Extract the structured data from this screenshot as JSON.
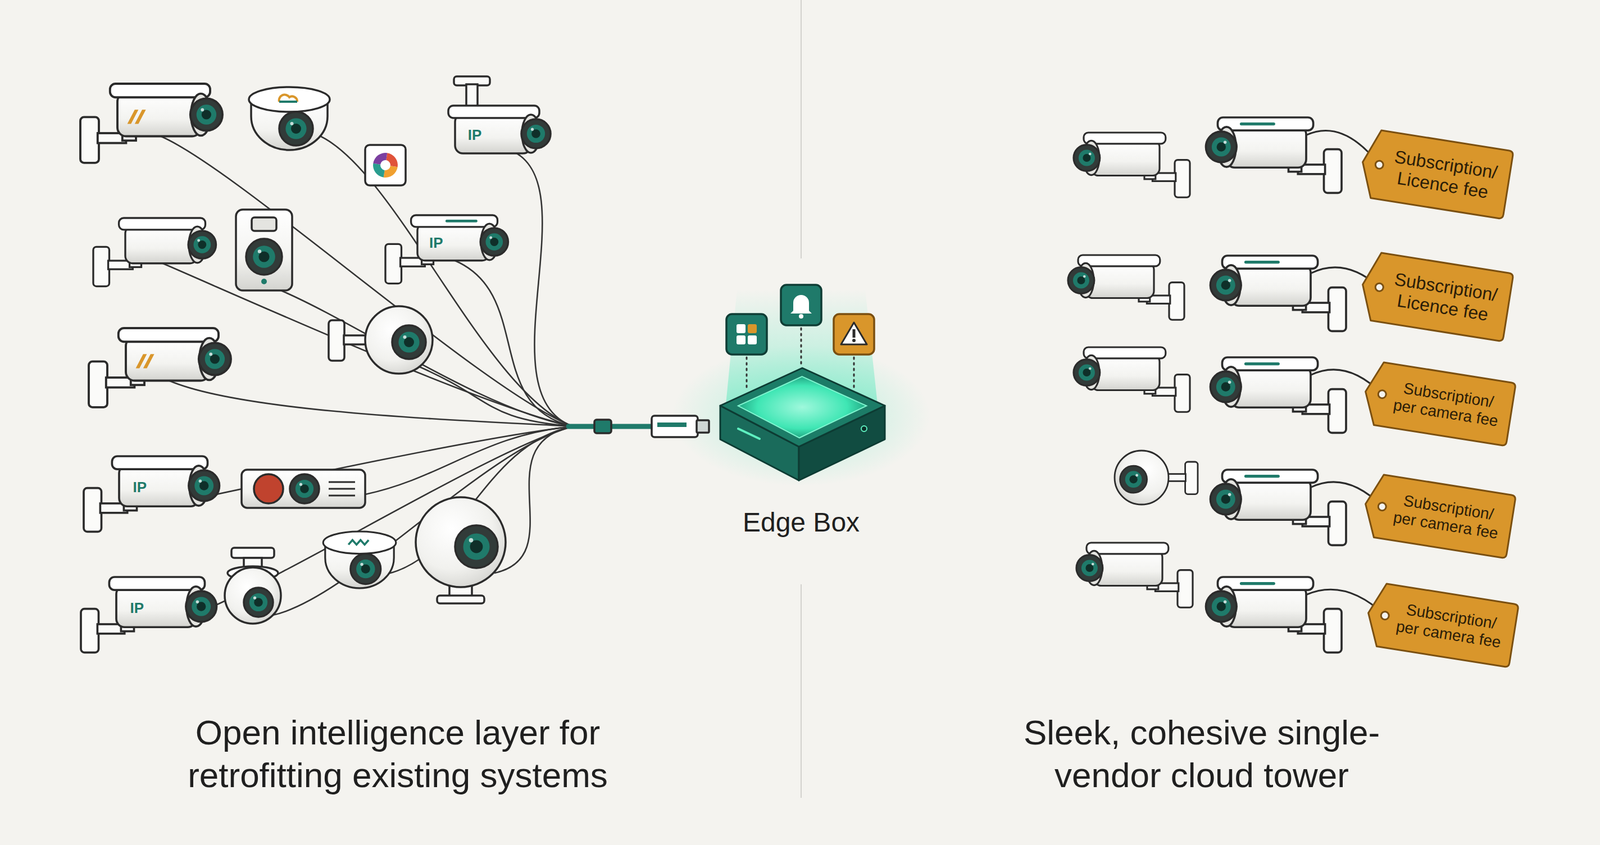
{
  "diagram": {
    "nodes": [
      {
        "text": [
          "Edge Box"
        ]
      },
      {
        "text": [
          "Subscription/ Licence fee"
        ]
      },
      {
        "text": [
          "Subscription/ Licence fee"
        ]
      },
      {
        "text": [
          "Subscription/ per camera fee"
        ]
      },
      {
        "text": [
          "Subscription/ per camera fee"
        ]
      },
      {
        "text": [
          "Subscription/ per camera fee"
        ]
      }
    ],
    "labels": [
      "IP",
      "IP",
      "IP",
      "IP",
      "Open intelligence layer for retrofitting existing systems",
      "Sleek, cohesive single-vendor cloud tower"
    ]
  }
}
